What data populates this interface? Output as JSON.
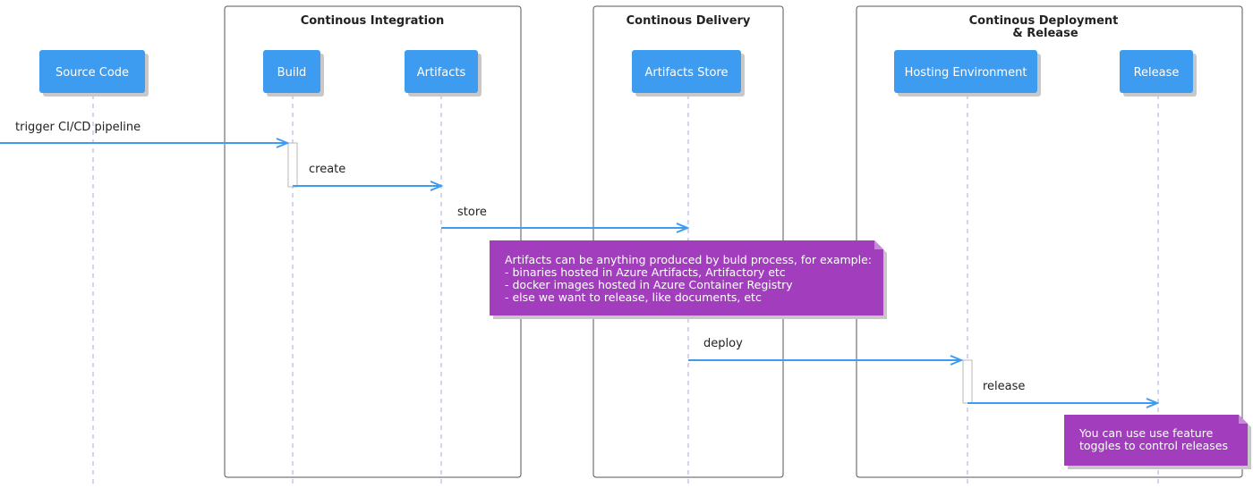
{
  "groups": [
    {
      "title_lines": [
        "Continous Integration"
      ]
    },
    {
      "title_lines": [
        "Continous Delivery"
      ]
    },
    {
      "title_lines": [
        "Continous Deployment",
        "& Release"
      ]
    }
  ],
  "participants": [
    {
      "id": "source",
      "label": "Source Code"
    },
    {
      "id": "build",
      "label": "Build"
    },
    {
      "id": "artifacts",
      "label": "Artifacts"
    },
    {
      "id": "store",
      "label": "Artifacts Store"
    },
    {
      "id": "hosting",
      "label": "Hosting Environment"
    },
    {
      "id": "release",
      "label": "Release"
    }
  ],
  "messages": [
    {
      "from": "external",
      "to": "build",
      "label": "trigger CI/CD pipeline"
    },
    {
      "from": "build",
      "to": "artifacts",
      "label": "create"
    },
    {
      "from": "artifacts",
      "to": "store",
      "label": "store"
    },
    {
      "from": "store",
      "to": "hosting",
      "label": "deploy"
    },
    {
      "from": "hosting",
      "to": "release",
      "label": "release"
    }
  ],
  "notes": [
    {
      "lines": [
        "Artifacts can be anything produced by buld process, for example:",
        "- binaries hosted in Azure Artifacts, Artifactory etc",
        "- docker images hosted in Azure Container Registry",
        "- else we want to release, like documents, etc"
      ]
    },
    {
      "lines": [
        "You can use use feature",
        "toggles to control releases"
      ]
    }
  ],
  "colors": {
    "participant": "#3d9bf0",
    "arrow": "#3d9bf0",
    "note": "#a23ebd",
    "lifeline": "#a9a9d8"
  }
}
